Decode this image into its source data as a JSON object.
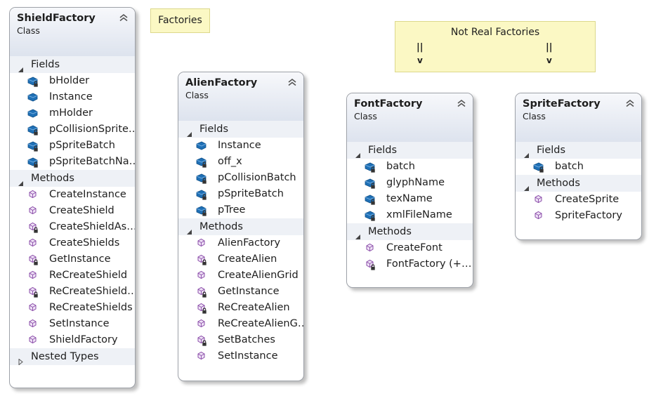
{
  "notes": [
    {
      "id": "factories",
      "title": "Factories",
      "lines": []
    },
    {
      "id": "not-real",
      "title": "Not Real Factories",
      "lines": [
        "||",
        "v",
        "||",
        "v"
      ]
    }
  ],
  "classes": [
    {
      "id": "shield-factory",
      "name": "ShieldFactory",
      "kind": "Class",
      "sections": [
        {
          "label": "Fields",
          "type": "field",
          "items": [
            {
              "name": "bHolder",
              "lock": true
            },
            {
              "name": "Instance",
              "lock": false
            },
            {
              "name": "mHolder",
              "lock": false
            },
            {
              "name": "pCollisionSprite…",
              "lock": true
            },
            {
              "name": "pSpriteBatch",
              "lock": true
            },
            {
              "name": "pSpriteBatchNa…",
              "lock": true
            }
          ]
        },
        {
          "label": "Methods",
          "type": "method",
          "items": [
            {
              "name": "CreateInstance",
              "lock": false
            },
            {
              "name": "CreateShield",
              "lock": false
            },
            {
              "name": "CreateShieldAs…",
              "lock": true
            },
            {
              "name": "CreateShields",
              "lock": false
            },
            {
              "name": "GetInstance",
              "lock": true
            },
            {
              "name": "ReCreateShield",
              "lock": false
            },
            {
              "name": "ReCreateShield…",
              "lock": true
            },
            {
              "name": "ReCreateShields",
              "lock": false
            },
            {
              "name": "SetInstance",
              "lock": false
            },
            {
              "name": "ShieldFactory",
              "lock": false
            }
          ]
        },
        {
          "label": "Nested Types",
          "type": "collapsed",
          "items": []
        }
      ]
    },
    {
      "id": "alien-factory",
      "name": "AlienFactory",
      "kind": "Class",
      "sections": [
        {
          "label": "Fields",
          "type": "field",
          "items": [
            {
              "name": "Instance",
              "lock": false
            },
            {
              "name": "off_x",
              "lock": true
            },
            {
              "name": "pCollisionBatch",
              "lock": true
            },
            {
              "name": "pSpriteBatch",
              "lock": true
            },
            {
              "name": "pTree",
              "lock": true
            }
          ]
        },
        {
          "label": "Methods",
          "type": "method",
          "items": [
            {
              "name": "AlienFactory",
              "lock": false
            },
            {
              "name": "CreateAlien",
              "lock": true
            },
            {
              "name": "CreateAlienGrid",
              "lock": false
            },
            {
              "name": "GetInstance",
              "lock": true
            },
            {
              "name": "ReCreateAlien",
              "lock": true
            },
            {
              "name": "ReCreateAlienG…",
              "lock": false
            },
            {
              "name": "SetBatches",
              "lock": true
            },
            {
              "name": "SetInstance",
              "lock": false
            }
          ]
        }
      ]
    },
    {
      "id": "font-factory",
      "name": "FontFactory",
      "kind": "Class",
      "sections": [
        {
          "label": "Fields",
          "type": "field",
          "items": [
            {
              "name": "batch",
              "lock": true
            },
            {
              "name": "glyphName",
              "lock": true
            },
            {
              "name": "texName",
              "lock": true
            },
            {
              "name": "xmlFileName",
              "lock": true
            }
          ]
        },
        {
          "label": "Methods",
          "type": "method",
          "items": [
            {
              "name": "CreateFont",
              "lock": false
            },
            {
              "name": "FontFactory  (+…",
              "lock": true
            }
          ]
        }
      ]
    },
    {
      "id": "sprite-factory",
      "name": "SpriteFactory",
      "kind": "Class",
      "sections": [
        {
          "label": "Fields",
          "type": "field",
          "items": [
            {
              "name": "batch",
              "lock": true
            }
          ]
        },
        {
          "label": "Methods",
          "type": "method",
          "items": [
            {
              "name": "CreateSprite",
              "lock": false
            },
            {
              "name": "SpriteFactory",
              "lock": false
            }
          ]
        }
      ]
    }
  ]
}
